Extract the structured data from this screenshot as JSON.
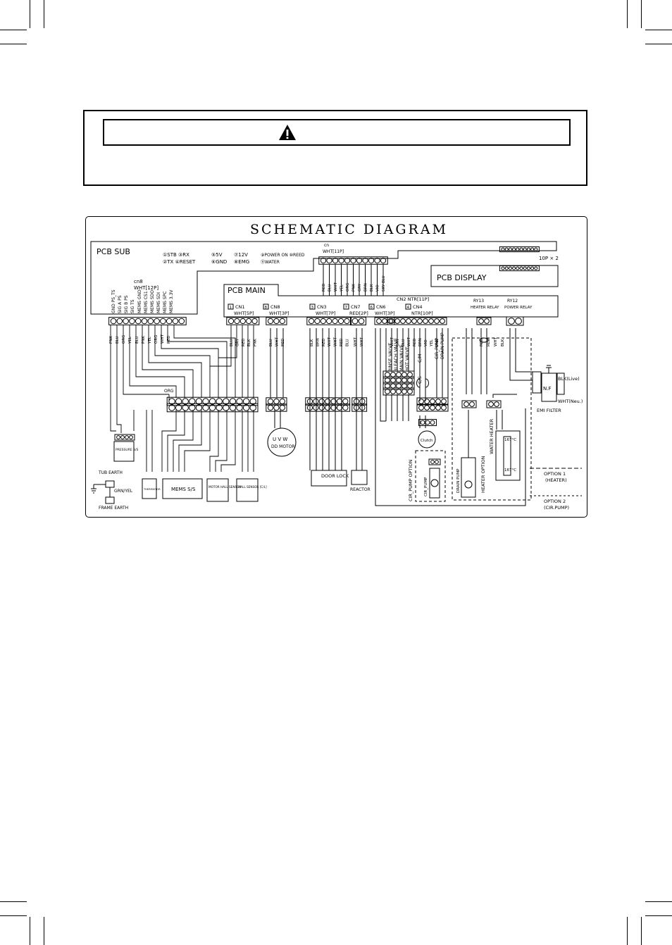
{
  "page": {
    "title": "SCHEMATIC DIAGRAM",
    "warning_icon": "warning-triangle-icon"
  },
  "pcb_sub": {
    "label": "PCB SUB",
    "legend": [
      "①STB ③RX",
      "②TX ④RESET",
      "⑤5V",
      "⑥GND",
      "⑦12V",
      "⑧EMG",
      "⑨POWER ON ⑩REED",
      "⑪WATER"
    ],
    "cn8_label": "cn8",
    "cn8_type": "WHT[12P]",
    "cn8_pins": [
      "GND PS_TS",
      "SIG A PS",
      "SIG B PS",
      "SIG TS",
      "MEMS GND",
      "MEMS CS1",
      "MEMS SDO",
      "MEMS SDI",
      "MEMS SPC",
      "MEMS 3.3V"
    ],
    "cn8_wires": [
      "PNK",
      "BLU",
      "ORG",
      "YEL",
      "BLU",
      "PNK",
      "YEL",
      "ORG",
      "WHT",
      "RED"
    ]
  },
  "top_connector": {
    "label": "cn",
    "type": "WHT[11P]",
    "wires": [
      "RED",
      "BLU",
      "WHT",
      "YEL",
      "ORG",
      "PNK",
      "GRY",
      "BRN",
      "BLK",
      "VIO",
      "SKY BLU"
    ]
  },
  "pcb_display": {
    "label": "PCB DISPLAY",
    "connector_note": "10P × 2"
  },
  "pcb_main": {
    "label": "PCB MAIN",
    "cn2_label": "CN2 NTR[11P]",
    "connectors": [
      {
        "num": "1",
        "name": "CN1",
        "type": "WHT[5P]"
      },
      {
        "num": "8",
        "name": "CN8",
        "type": "WHT[3P]"
      },
      {
        "num": "3",
        "name": "CN3",
        "type": "WHT[7P]"
      },
      {
        "num": "7",
        "name": "CN7",
        "type": "RED[2P]"
      },
      {
        "num": "6",
        "name": "CN6",
        "type": "WHT[3P]"
      },
      {
        "num": "4",
        "name": "CN4",
        "type": "NTR[10P]"
      }
    ],
    "relays": [
      {
        "id": "RY13",
        "label": "HEATER RELAY"
      },
      {
        "id": "RY12",
        "label": "POWER RELAY"
      }
    ]
  },
  "wire_labels": {
    "cn1": [
      "BLU",
      "GRY",
      "RED",
      "BLK",
      "PNK"
    ],
    "cn8": [
      "BLU",
      "WHT",
      "RED"
    ],
    "cn3": [
      "BLK",
      "BRN",
      "RED",
      "WHT",
      "WHT",
      "RED",
      "BLU"
    ],
    "cn7": [
      "WHT",
      "WHT"
    ],
    "cn4": [
      "WHT",
      "GRY",
      "BLU",
      "WHT",
      "RED",
      "BRN",
      "VIO",
      "YEL",
      "PNK"
    ],
    "relay": [
      "RED",
      "RED",
      "WHT",
      "BLK"
    ]
  },
  "valves": [
    "RINSE VALVE",
    "BLEACH VALVE",
    "MAIN VALVE",
    "HOT VALVE"
  ],
  "pump_labels": [
    "CIR_PUMP",
    "DRAIN PUMP"
  ],
  "components": {
    "pressure_sensor": "PRESSURE S/S",
    "thermistor": "THERMISTOR",
    "mems": "MEMS S/S",
    "motor_hall": "MOTOR HALL SENSOR",
    "hall_sensor": "HALL SENSOR [C/L]",
    "dd_motor": "DD MOTOR",
    "uvw": "U V W",
    "door_lock": "DOOR LOCK",
    "reactor": "REACTOR",
    "clutch": "Clutch",
    "cs": "C/S",
    "cm": "C/M",
    "cir_pump_option": "CIR_PUMP OPTION",
    "cir_pump": "CIR_PUMP",
    "drain_pump": "DRAIN PUMP",
    "heater_option": "HEATER OPTION",
    "water_heater": "WATER HEATER",
    "temp_1": "167°C",
    "temp_2": "167°C",
    "emi_filter": "EMI FILTER",
    "nf": "N.F",
    "live": "BLK(Live)",
    "neutral": "WHT(Neu.)",
    "tub_earth": "TUB EARTH",
    "frame_earth": "FRAME EARTH",
    "grn_yel": "GRN/YEL",
    "org": "ORG"
  },
  "legend_options": [
    {
      "label": "OPTION 1",
      "detail": "(HEATER)"
    },
    {
      "label": "OPTION 2",
      "detail": "(CIR.PUMP)"
    }
  ]
}
